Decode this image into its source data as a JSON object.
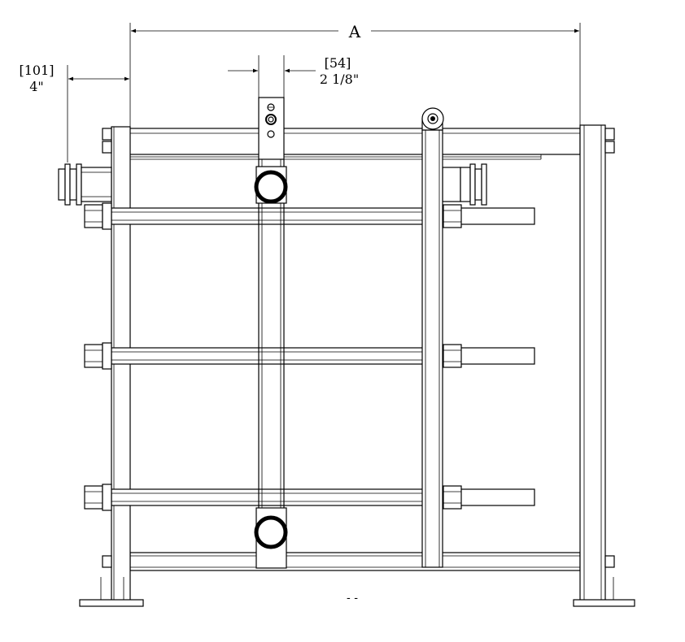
{
  "dimensions": {
    "width": {
      "label": "A"
    },
    "left_offset": {
      "metric": "[101]",
      "imperial": "4\""
    },
    "bar_width": {
      "metric": "[54]",
      "imperial": "2 1/8\""
    }
  },
  "note": "- -"
}
